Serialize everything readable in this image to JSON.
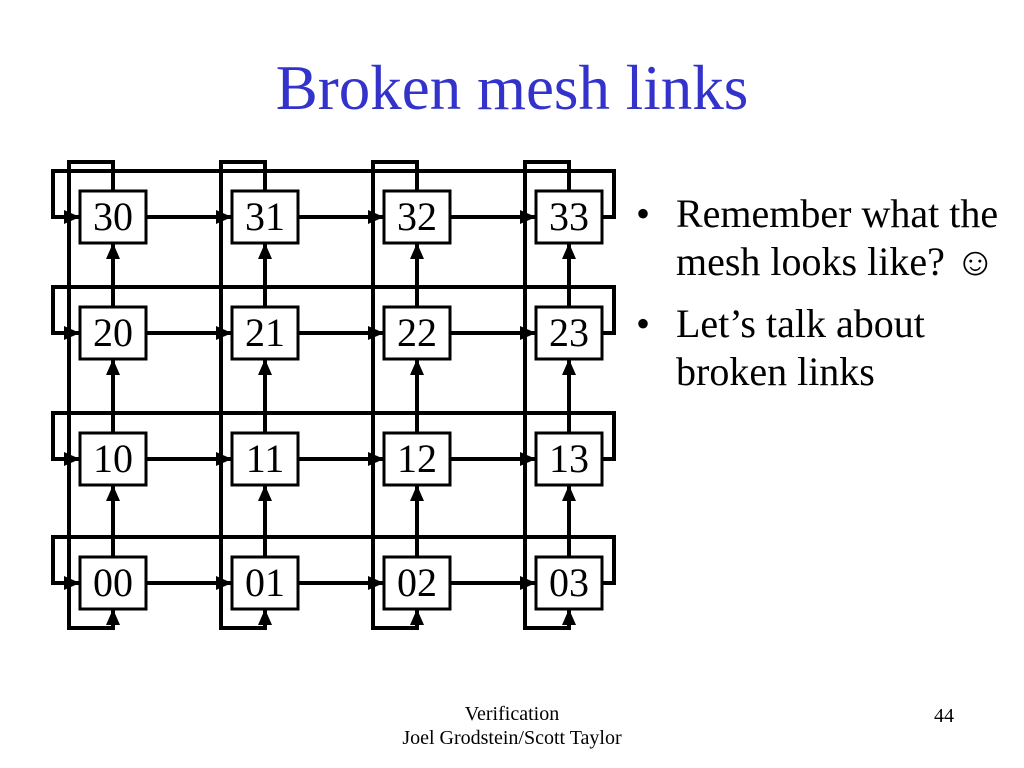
{
  "slide": {
    "title": "Broken mesh links",
    "bullet_char": "•",
    "bullets": [
      "Remember what the mesh looks like? ☺",
      "Let’s talk about broken links"
    ],
    "footer": {
      "line1": "Verification",
      "line2": "Joel Grodstein/Scott Taylor",
      "page": "44"
    },
    "colors": {
      "title": "#3333cc",
      "line": "#000000",
      "node_fill": "#ffffff",
      "text": "#000000"
    },
    "diagram": {
      "description": "4x4 mesh with wraparound links; horizontal links point right, vertical links point up",
      "rows": [
        [
          "30",
          "31",
          "32",
          "33"
        ],
        [
          "20",
          "21",
          "22",
          "23"
        ],
        [
          "10",
          "11",
          "12",
          "13"
        ],
        [
          "00",
          "01",
          "02",
          "03"
        ]
      ]
    }
  }
}
